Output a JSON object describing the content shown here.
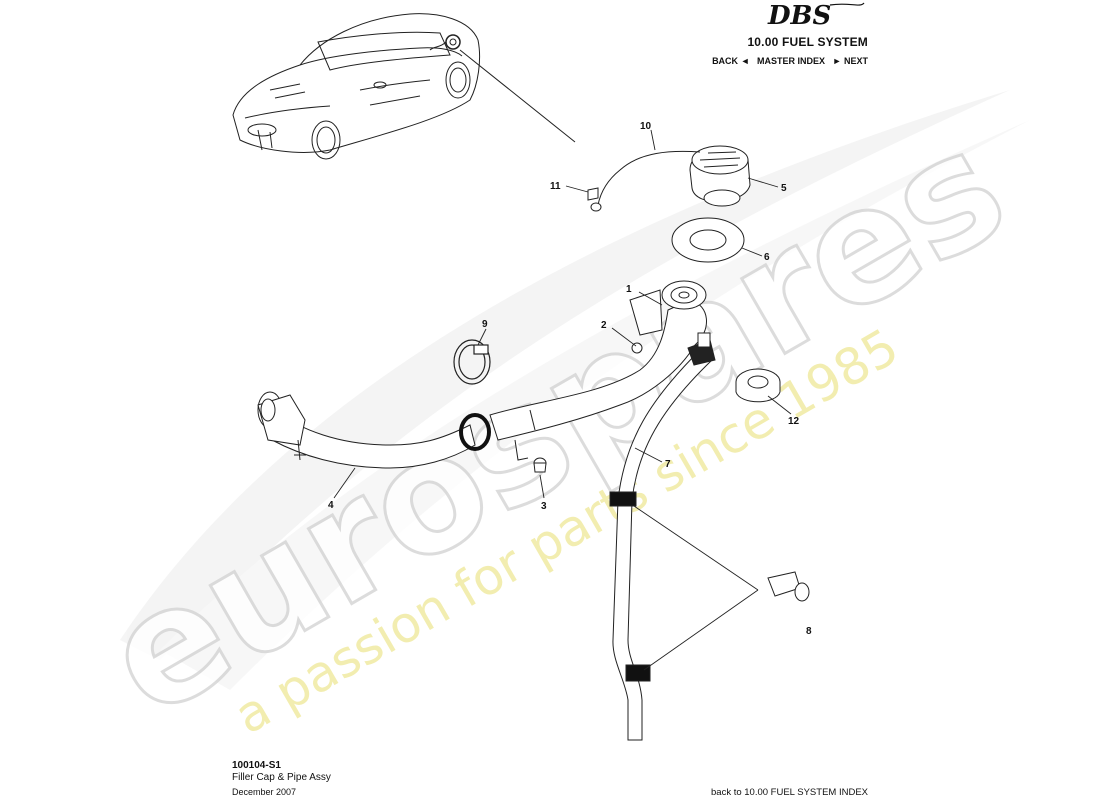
{
  "header": {
    "logo_text": "DBS",
    "section_title": "10.00 FUEL SYSTEM",
    "nav_back": "BACK",
    "nav_back_arrow": "◄",
    "nav_master": "MASTER INDEX",
    "nav_next_arrow": "►",
    "nav_next": "NEXT"
  },
  "watermark": {
    "brand": "eurospares",
    "tagline": "a passion for parts since 1985"
  },
  "callouts": [
    "1",
    "2",
    "3",
    "4",
    "5",
    "6",
    "7",
    "8",
    "9",
    "10",
    "11",
    "12"
  ],
  "footer": {
    "diagram_code": "100104-S1",
    "diagram_name": "Filler Cap & Pipe Assy",
    "date": "December 2007",
    "index_link": "back to 10.00 FUEL SYSTEM INDEX"
  }
}
